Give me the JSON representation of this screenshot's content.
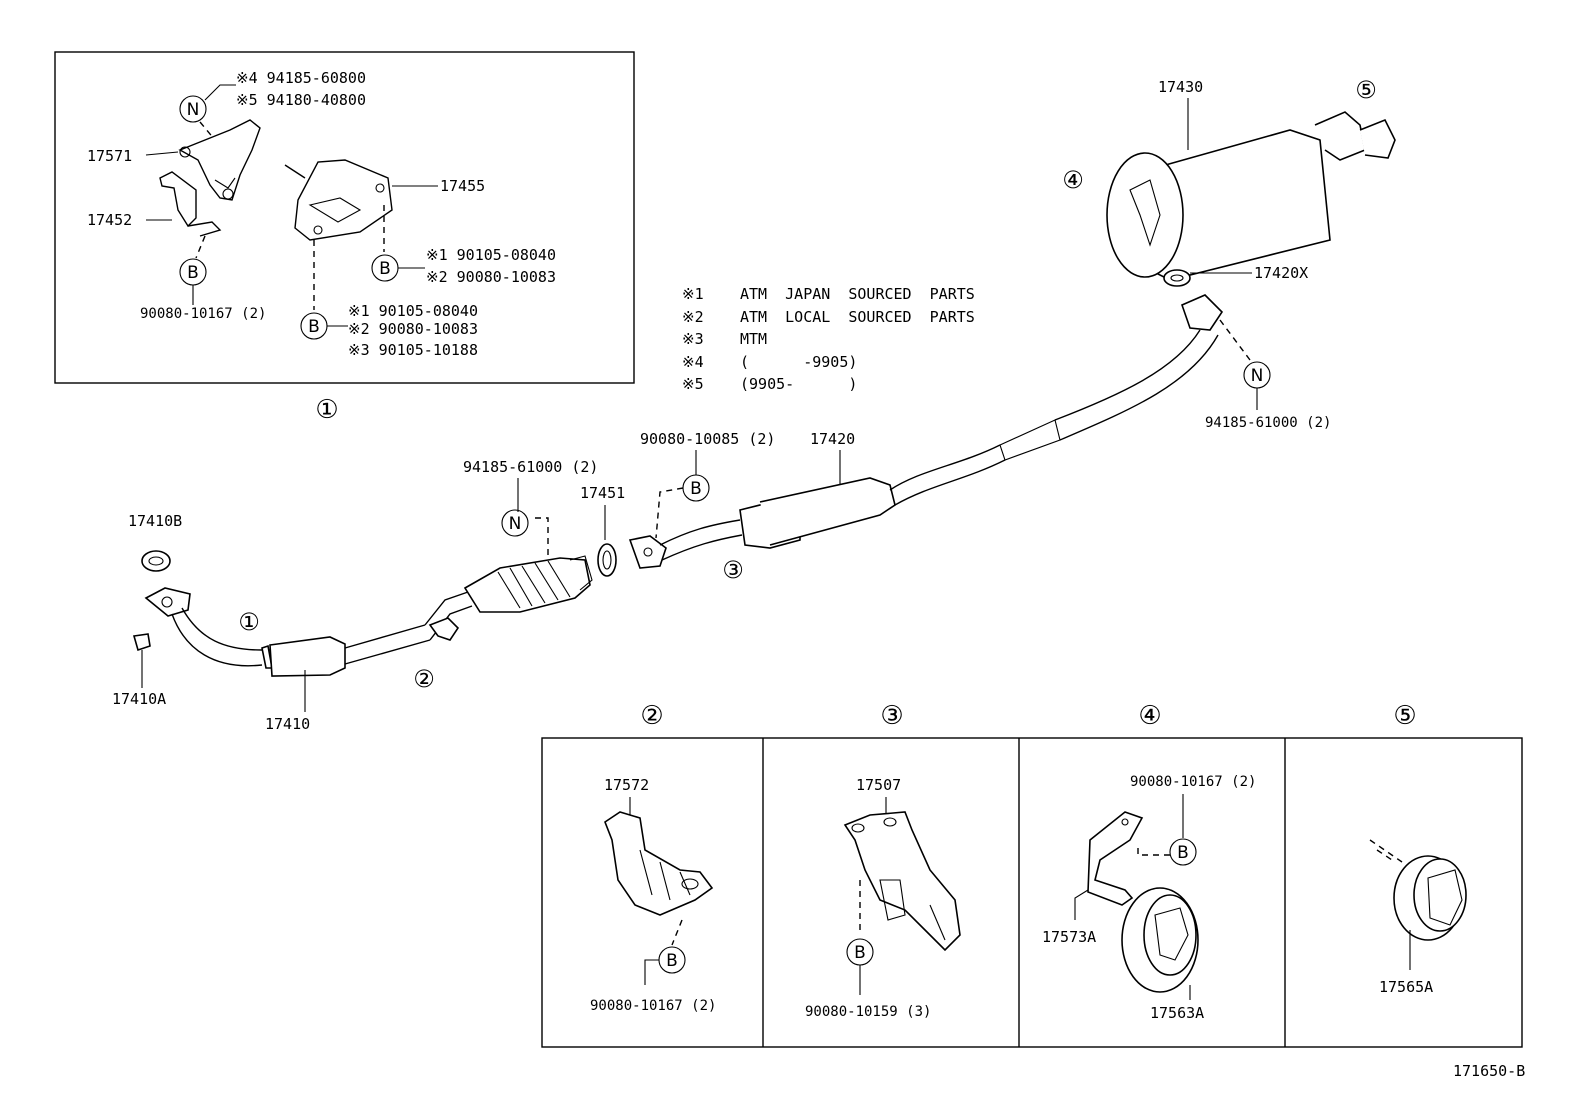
{
  "figure_code": "171650-B",
  "notes": [
    {
      "mark": "※1",
      "text": "ATM  JAPAN  SOURCED  PARTS"
    },
    {
      "mark": "※2",
      "text": "ATM  LOCAL  SOURCED  PARTS"
    },
    {
      "mark": "※3",
      "text": "MTM"
    },
    {
      "mark": "※4",
      "text": "(      -9905)"
    },
    {
      "mark": "※5",
      "text": "(9905-      )"
    }
  ],
  "inset1": {
    "key": "①",
    "n_note4": "※4 94185-60800",
    "n_note5": "※5 94180-40800",
    "part_17571": "17571",
    "part_17452": "17452",
    "part_17455": "17455",
    "bolt_17452": "90080-10167 (2)",
    "b_right_1": "※1 90105-08040",
    "b_right_2": "※2 90080-10083",
    "b_low_1": "※1 90105-08040",
    "b_low_2": "※2 90080-10083",
    "b_low_3": "※3 90105-10188"
  },
  "main": {
    "p17410B": "17410B",
    "p17410A": "17410A",
    "p17410": "17410",
    "p17451": "17451",
    "p17420": "17420",
    "p17430": "17430",
    "p17420X": "17420X",
    "n_nut_mid": "94185-61000 (2)",
    "n_nut_right": "94185-61000 (2)",
    "bolt_mid": "90080-10085 (2)",
    "c1": "①",
    "c2": "②",
    "c3": "③",
    "c4": "④",
    "c5": "⑤"
  },
  "panels": [
    {
      "key": "②",
      "part": "17572",
      "bolt": "90080-10167 (2)"
    },
    {
      "key": "③",
      "part": "17507",
      "bolt": "90080-10159 (3)"
    },
    {
      "key": "④",
      "part_a": "17573A",
      "part_b": "17563A",
      "bolt": "90080-10167 (2)"
    },
    {
      "key": "⑤",
      "part": "17565A"
    }
  ],
  "sym_b": "B",
  "sym_n": "N"
}
